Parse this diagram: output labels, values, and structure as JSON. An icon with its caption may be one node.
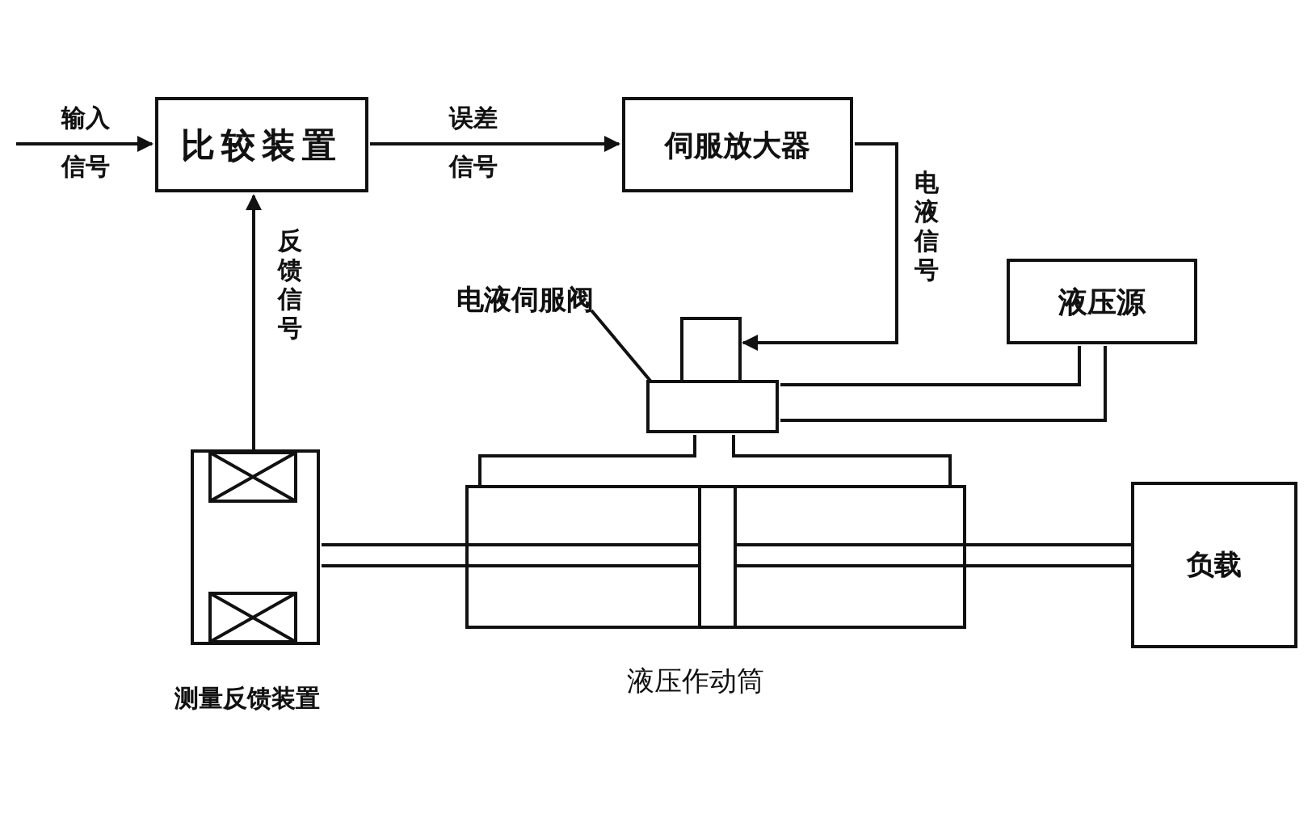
{
  "diagram": {
    "nodes": [
      {
        "text": [
          "比较装置"
        ]
      },
      {
        "text": [
          "伺服放大器"
        ]
      },
      {
        "text": [
          "液压源"
        ]
      },
      {
        "text": [
          "电液伺服阀"
        ]
      },
      {
        "text": [],
        "shape": "box"
      },
      {
        "text": [
          "测量反馈装置"
        ]
      },
      {
        "text": [
          "液压作动筒"
        ]
      },
      {
        "text": [
          "负载"
        ]
      }
    ],
    "edges": [
      {
        "from": null,
        "to": 0,
        "arrow": "to",
        "label": "输入信号"
      },
      {
        "from": 0,
        "to": 1,
        "arrow": "to",
        "label": "误差信号"
      },
      {
        "from": 1,
        "to": 4,
        "arrow": "to",
        "label": "电液信号"
      },
      {
        "from": 5,
        "to": 0,
        "arrow": "to",
        "label": "反馈信号"
      },
      {
        "from": 3,
        "to": 4,
        "arrow": "none"
      },
      {
        "from": 2,
        "to": 4,
        "arrow": "none"
      },
      {
        "from": 2,
        "to": 4,
        "arrow": "none"
      },
      {
        "from": 4,
        "to": 6,
        "arrow": "none"
      },
      {
        "from": 4,
        "to": 6,
        "arrow": "none"
      },
      {
        "from": 5,
        "to": 6,
        "arrow": "none"
      },
      {
        "from": 6,
        "to": 7,
        "arrow": "none"
      }
    ]
  }
}
